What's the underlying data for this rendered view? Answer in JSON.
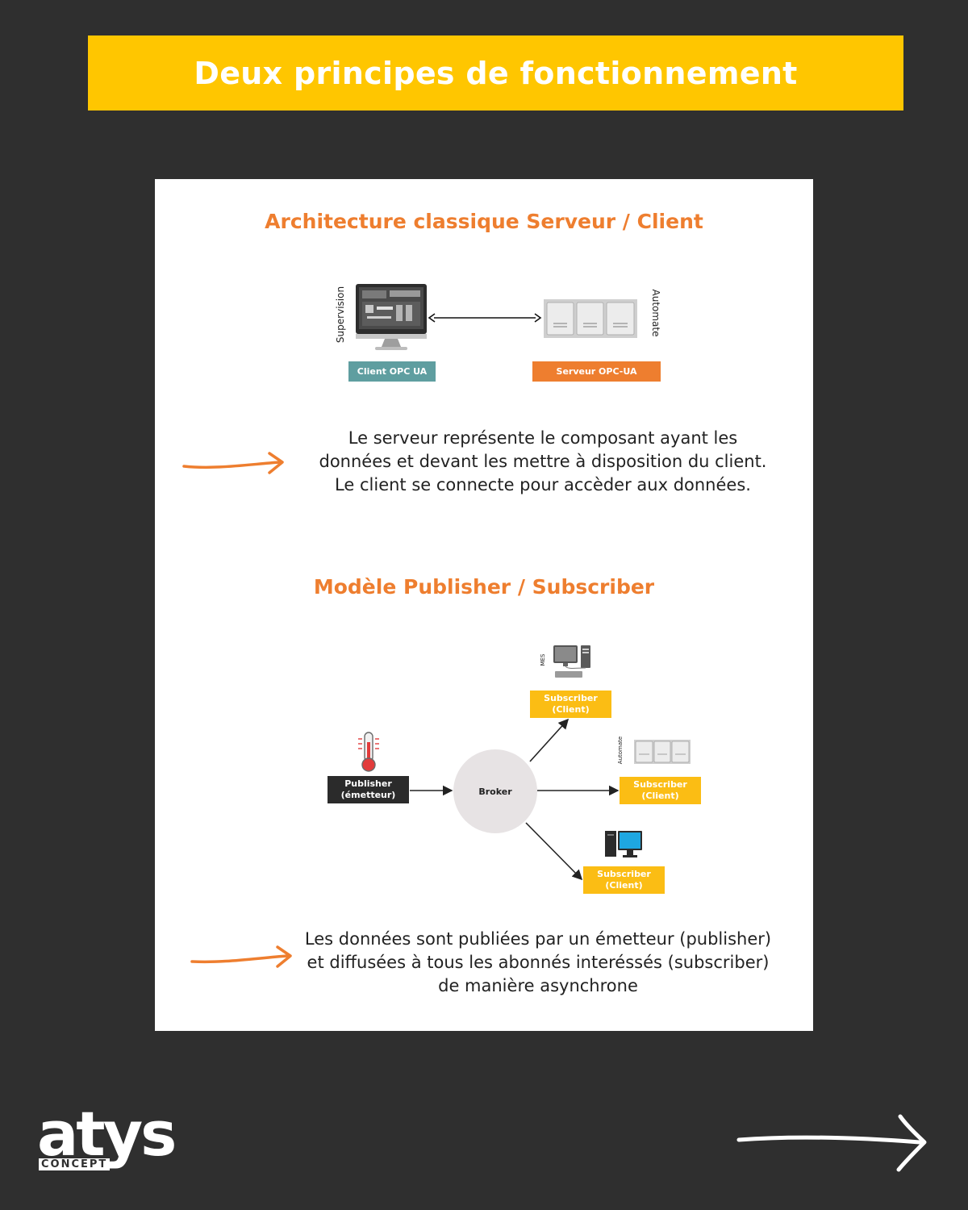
{
  "header": {
    "title": "Deux principes de fonctionnement"
  },
  "section1": {
    "title": "Architecture classique Serveur / Client",
    "supervision_label": "Supervision",
    "automate_label": "Automate",
    "client_label": "Client OPC UA",
    "server_label": "Serveur OPC-UA",
    "description": "Le serveur représente le composant ayant les données et devant les mettre à disposition du client. Le client se connecte pour accèder aux données."
  },
  "section2": {
    "title": "Modèle Publisher / Subscriber",
    "publisher_line1": "Publisher",
    "publisher_line2": "(émetteur)",
    "broker_label": "Broker",
    "mes_label": "MES",
    "automate_label": "Automate",
    "subscriber_line1": "Subscriber",
    "subscriber_line2": "(Client)",
    "description": "Les données sont publiées par un émetteur (publisher) et diffusées à tous les abonnés interéssés (subscriber) de manière asynchrone"
  },
  "logo": {
    "word": "atys",
    "sub": "CONCEPT"
  },
  "colors": {
    "background": "#2f2f2f",
    "banner": "#ffc600",
    "accent_orange": "#ee7e2f",
    "client_teal": "#5f9ea0",
    "subscriber_yellow": "#fbbd14",
    "publisher_dark": "#2b2b2b",
    "broker_circle": "#e7e3e4"
  },
  "icons": [
    "monitor-icon",
    "plc-icon",
    "thermometer-icon",
    "desktop-computer-icon",
    "workstation-icon",
    "orange-arrow-icon",
    "next-arrow-icon"
  ]
}
